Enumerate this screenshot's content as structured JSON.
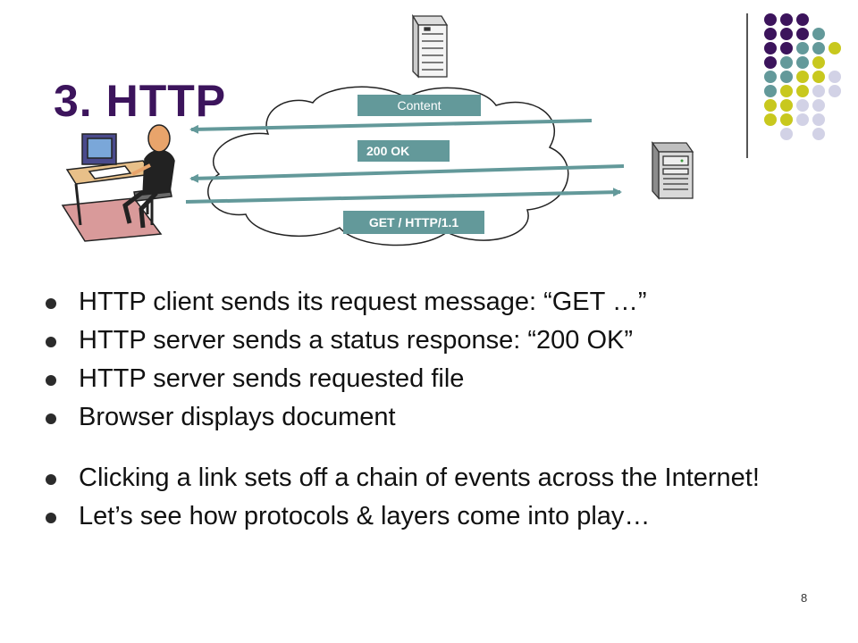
{
  "slide": {
    "title": "3.  HTTP",
    "page_number": "8"
  },
  "diagram": {
    "messages": {
      "content": "Content",
      "ok": "200 OK",
      "get": "GET / HTTP/1.1"
    },
    "colors": {
      "label_bg": "#63999a",
      "arrow": "#63999a",
      "title": "#3c145c"
    },
    "icons": [
      "client-person-icon",
      "web-server-icon",
      "cloud-icon",
      "file-server-icon"
    ]
  },
  "bullets": [
    "HTTP client sends its request message: “GET …”",
    "HTTP server sends a status response: “200 OK”",
    "HTTP server sends requested file",
    "Browser displays document",
    "Clicking a link sets off a chain of events across the Internet!",
    "Let’s see how protocols & layers come into play…"
  ],
  "decor": {
    "dot_colors": [
      "#3c145c",
      "#63999a",
      "#c8c81e",
      "#d2d2e6"
    ]
  }
}
